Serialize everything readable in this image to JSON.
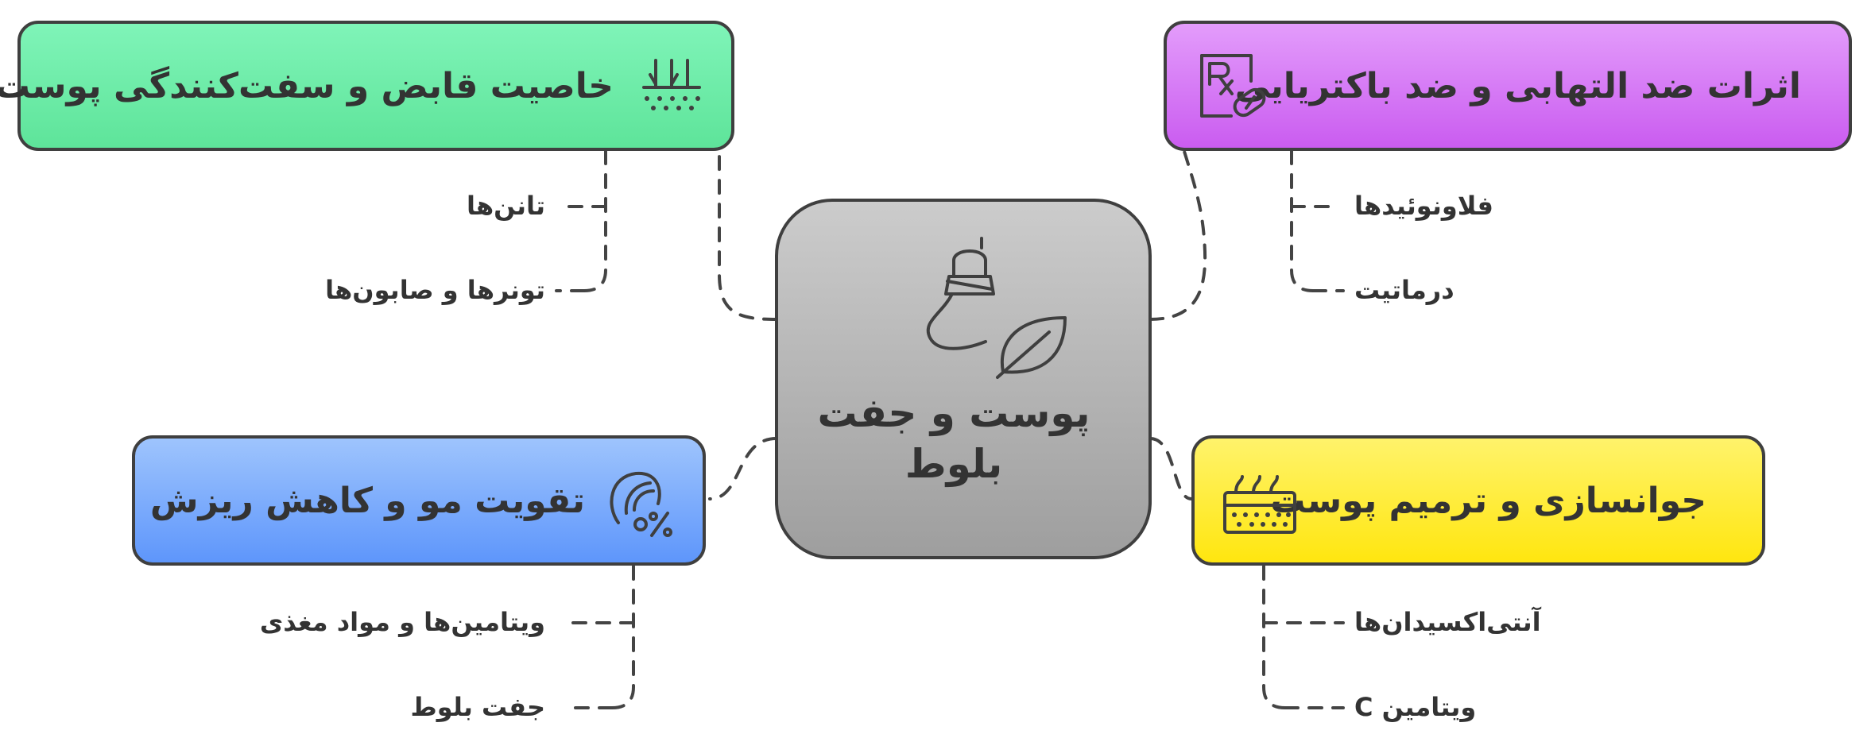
{
  "center": {
    "title_line1": "پوست و جفت",
    "title_line2": "بلوط",
    "icons": [
      "lamp-icon",
      "leaf-icon"
    ]
  },
  "branches": [
    {
      "id": "astringent",
      "title": "خاصیت قابض و سفت‌کنندگی پوست",
      "icon": "skin-layers-icon",
      "color": "#6cecaa",
      "children": [
        "تانن‌ها",
        "تونرها و صابون‌ها"
      ]
    },
    {
      "id": "anti_inflammatory",
      "title": "اثرات ضد التهابی و ضد باکتریایی",
      "icon": "prescription-pill-icon",
      "color": "#d776f5",
      "children": [
        "فلاونوئیدها",
        "درماتیت"
      ]
    },
    {
      "id": "hair",
      "title": "تقویت مو و کاهش ریزش",
      "icon": "hair-percent-icon",
      "color": "#6fa5fc",
      "children": [
        "ویتامین‌ها و مواد مغذی",
        "جفت بلوط"
      ]
    },
    {
      "id": "rejuvenation",
      "title": "جوانسازی و ترمیم پوست",
      "icon": "skin-texture-icon",
      "color": "#ffee3a",
      "children": [
        "آنتی‌اکسیدان‌ها",
        "ویتامین C"
      ]
    }
  ]
}
